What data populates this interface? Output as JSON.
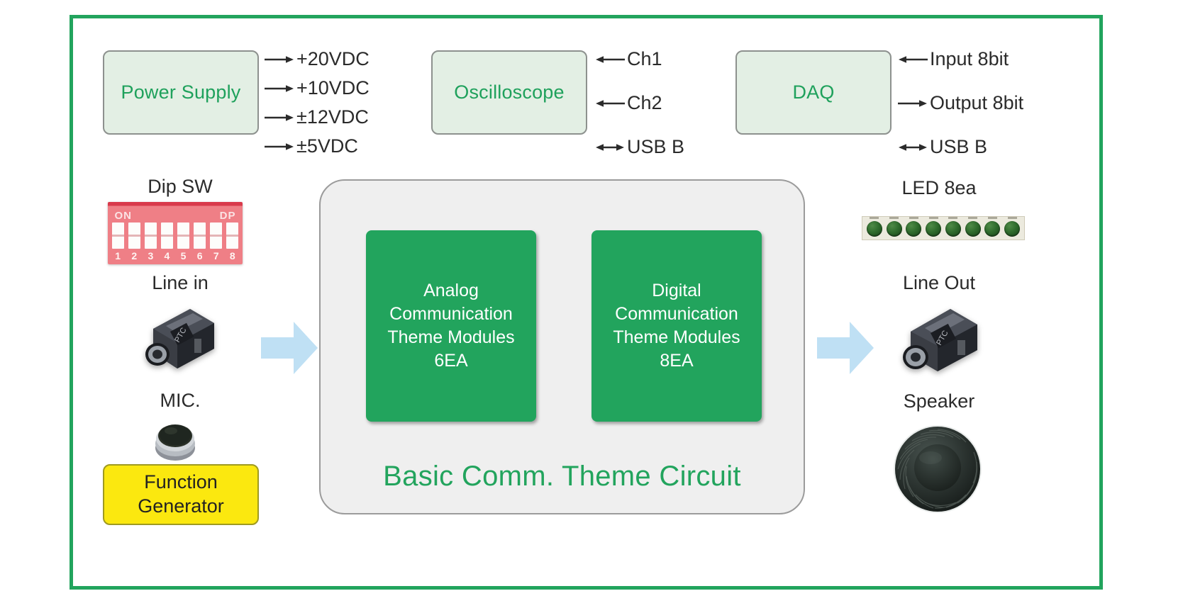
{
  "diagram": {
    "title": "Basic Comm. Theme Circuit",
    "border_color": "#22a45d",
    "panel_color": "#efefef",
    "module_color": "#22a45d",
    "instrument_fill": "#e3efe4",
    "accent_yellow": "#fbe80f",
    "arrow_blue": "#bfe0f4"
  },
  "instruments": [
    {
      "name": "Power Supply",
      "signals": [
        {
          "label": "+20VDC",
          "direction": "out"
        },
        {
          "label": "+10VDC",
          "direction": "out"
        },
        {
          "label": "±12VDC",
          "direction": "out"
        },
        {
          "label": "±5VDC",
          "direction": "out"
        }
      ]
    },
    {
      "name": "Oscilloscope",
      "signals": [
        {
          "label": "Ch1",
          "direction": "in"
        },
        {
          "label": "Ch2",
          "direction": "in"
        },
        {
          "label": "USB B",
          "direction": "bidir"
        }
      ]
    },
    {
      "name": "DAQ",
      "signals": [
        {
          "label": "Input 8bit",
          "direction": "in"
        },
        {
          "label": "Output 8bit",
          "direction": "out"
        },
        {
          "label": "USB B",
          "direction": "bidir"
        }
      ]
    }
  ],
  "inputs": [
    {
      "label": "Dip SW",
      "component": "dip-switch-photo"
    },
    {
      "label": "Line in",
      "component": "audio-jack-photo"
    },
    {
      "label": "MIC.",
      "component": "microphone-photo"
    }
  ],
  "function_generator": {
    "line1": "Function",
    "line2": "Generator"
  },
  "dip_switch": {
    "on_label": "ON",
    "dp_label": "DP",
    "numbers": [
      "1",
      "2",
      "3",
      "4",
      "5",
      "6",
      "7",
      "8"
    ]
  },
  "modules": [
    {
      "line1": "Analog",
      "line2": "Communication",
      "line3": "Theme Modules",
      "line4": "6EA"
    },
    {
      "line1": "Digital",
      "line2": "Communication",
      "line3": "Theme Modules",
      "line4": "8EA"
    }
  ],
  "outputs": [
    {
      "label": "LED 8ea",
      "component": "led-strip",
      "count": 8
    },
    {
      "label": "Line Out",
      "component": "audio-jack-photo"
    },
    {
      "label": "Speaker",
      "component": "speaker-photo"
    }
  ]
}
